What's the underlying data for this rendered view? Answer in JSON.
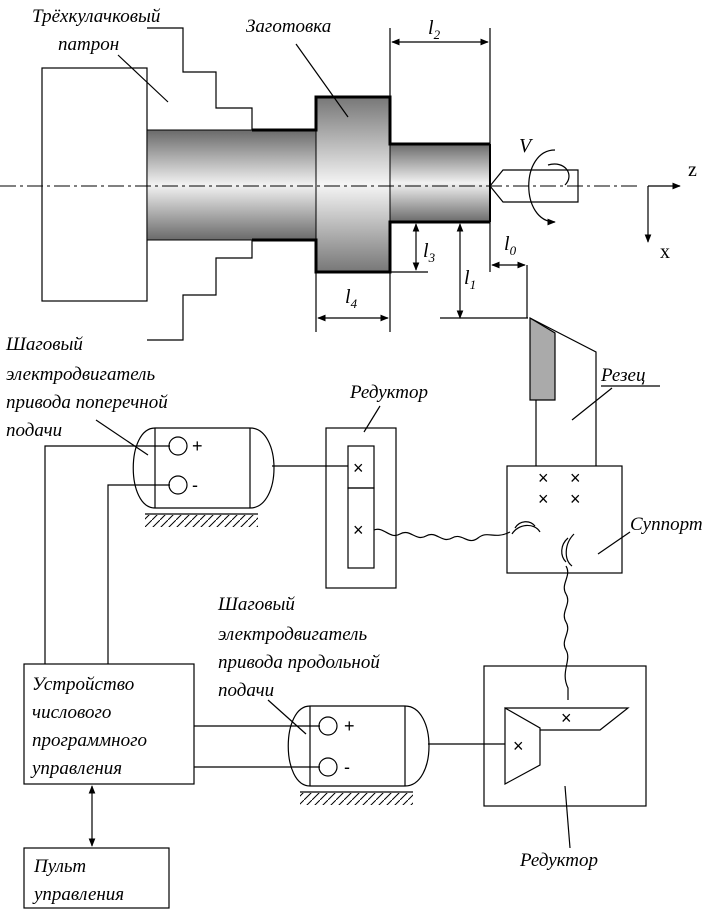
{
  "labels": {
    "chuck_line1": "Трёхкулачковый",
    "chuck_line2": "патрон",
    "workpiece": "Заготовка",
    "cutter": "Резец",
    "carriage": "Суппорт",
    "reducer_top": "Редуктор",
    "reducer_bottom": "Редуктор",
    "motor_cross_1": "Шаговый",
    "motor_cross_2": "электродвигатель",
    "motor_cross_3": "привода поперечной",
    "motor_cross_4": "подачи",
    "motor_long_1": "Шаговый",
    "motor_long_2": "электродвигатель",
    "motor_long_3": "привода продольной",
    "motor_long_4": "подачи",
    "cnc_1": "Устройство",
    "cnc_2": "числового",
    "cnc_3": "программного",
    "cnc_4": "управления",
    "panel_1": "Пульт",
    "panel_2": "управления"
  },
  "dimensions": {
    "l0": "l",
    "l0_sub": "0",
    "l1": "l",
    "l1_sub": "1",
    "l2": "l",
    "l2_sub": "2",
    "l3": "l",
    "l3_sub": "3",
    "l4": "l",
    "l4_sub": "4",
    "speed": "V"
  },
  "axes": {
    "z": "z",
    "x": "x"
  },
  "symbols": {
    "plus": "+",
    "minus": "-",
    "cross": "×"
  }
}
